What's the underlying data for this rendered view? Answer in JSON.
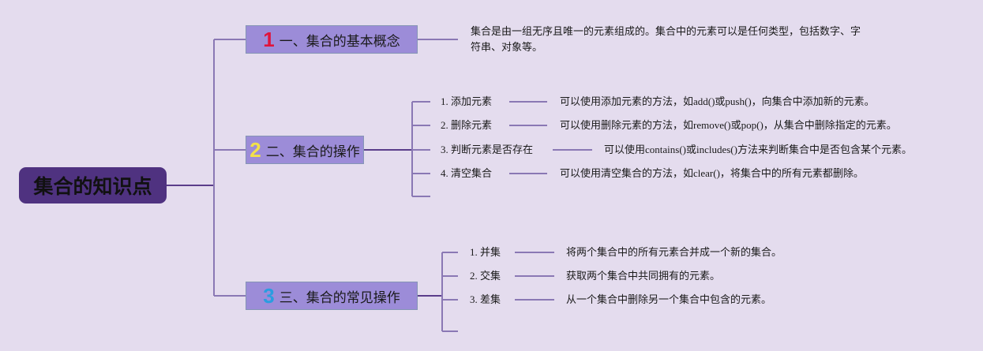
{
  "root": {
    "title": "集合的知识点"
  },
  "branches": [
    {
      "number": "1",
      "number_color": "#e0143c",
      "title": "一、集合的基本概念",
      "description": "集合是由一组无序且唯一的元素组成的。集合中的元素可以是任何类型，包括数字、字符串、对象等。"
    },
    {
      "number": "2",
      "number_color": "#f2e04a",
      "title": "二、集合的操作",
      "items": [
        {
          "label": "1. 添加元素",
          "description": "可以使用添加元素的方法，如add()或push()，向集合中添加新的元素。"
        },
        {
          "label": "2. 删除元素",
          "description": "可以使用删除元素的方法，如remove()或pop()，从集合中删除指定的元素。"
        },
        {
          "label": "3. 判断元素是否存在",
          "description": "可以使用contains()或includes()方法来判断集合中是否包含某个元素。"
        },
        {
          "label": "4. 清空集合",
          "description": "可以使用清空集合的方法，如clear()，将集合中的所有元素都删除。"
        }
      ]
    },
    {
      "number": "3",
      "number_color": "#2a9de0",
      "title": "三、集合的常见操作",
      "items": [
        {
          "label": "1. 并集",
          "description": "将两个集合中的所有元素合并成一个新的集合。"
        },
        {
          "label": "2. 交集",
          "description": "获取两个集合中共同拥有的元素。"
        },
        {
          "label": "3. 差集",
          "description": "从一个集合中删除另一个集合中包含的元素。"
        }
      ]
    }
  ]
}
